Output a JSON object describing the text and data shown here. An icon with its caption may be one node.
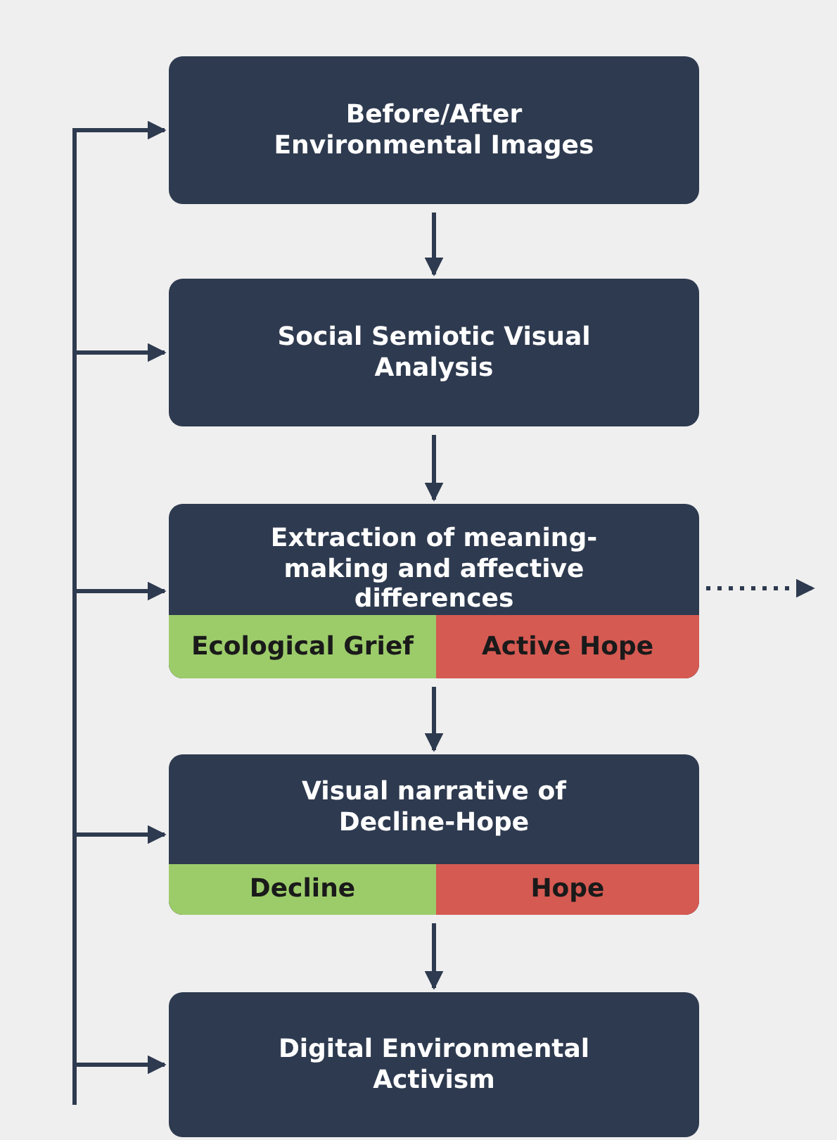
{
  "diagram": {
    "nodes": [
      {
        "text": [
          "Before/After Environmental Images"
        ]
      },
      {
        "text": [
          "Social Semiotic Visual Analysis"
        ]
      },
      {
        "text": [
          "Extraction of meaning-making and affective differences"
        ]
      },
      {
        "text": [
          "Ecological Grief"
        ],
        "in": 2
      },
      {
        "text": [
          "Active Hope"
        ],
        "in": 2
      },
      {
        "text": [
          "Visual narrative of Decline-Hope"
        ]
      },
      {
        "text": [
          "Decline"
        ],
        "in": 5
      },
      {
        "text": [
          "Hope"
        ],
        "in": 5
      },
      {
        "text": [
          "Digital Environmental Activism"
        ]
      }
    ],
    "edges": [
      {
        "from": 0,
        "to": 1,
        "arrow": "to"
      },
      {
        "from": 1,
        "to": 2,
        "arrow": "to"
      },
      {
        "from": 2,
        "to": 5,
        "arrow": "to"
      },
      {
        "from": 5,
        "to": 8,
        "arrow": "to"
      },
      {
        "from": null,
        "to": 0,
        "arrow": "to"
      },
      {
        "from": null,
        "to": 1,
        "arrow": "to"
      },
      {
        "from": null,
        "to": 2,
        "arrow": "to"
      },
      {
        "from": null,
        "to": 5,
        "arrow": "to"
      },
      {
        "from": null,
        "to": 8,
        "arrow": "to"
      },
      {
        "from": 2,
        "to": null,
        "arrow": "to",
        "style": "dashed"
      }
    ]
  }
}
